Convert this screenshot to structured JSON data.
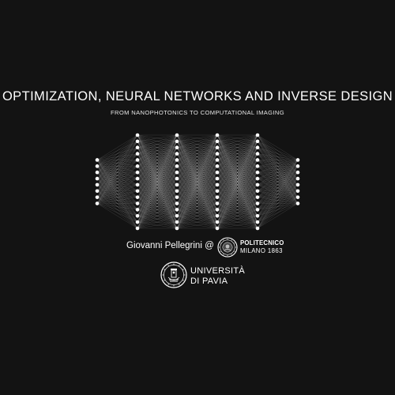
{
  "header": {
    "title": "OPTIMIZATION, NEURAL NETWORKS AND INVERSE DESIGN",
    "subtitle": "FROM NANOPHOTONICS TO COMPUTATIONAL IMAGING"
  },
  "network": {
    "layer_node_counts": [
      8,
      16,
      16,
      16,
      16,
      8
    ],
    "node_color": "#ffffff",
    "edge_color": "#ffffff"
  },
  "credits": {
    "author": "Giovanni Pellegrini @",
    "institution_1": {
      "name": "POLITECNICO",
      "city_year": "MILANO 1863"
    },
    "institution_2": {
      "line1": "UNIVERSITÀ",
      "line2": "DI PAVIA"
    }
  },
  "colors": {
    "background": "#131313",
    "text": "#ffffff"
  }
}
